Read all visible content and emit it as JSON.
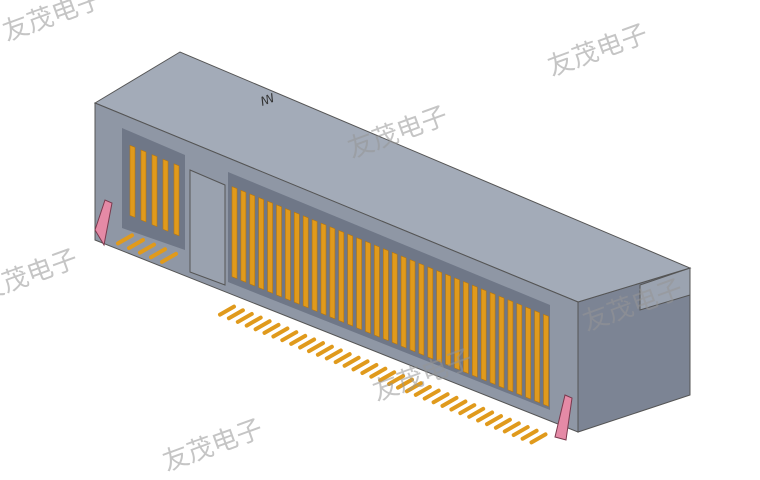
{
  "watermarks": [
    "友茂电子",
    "友茂电子",
    "友茂电子",
    "友茂电子",
    "友茂电子",
    "友茂电子",
    "友茂电子"
  ],
  "logo_mark": "logo",
  "colors": {
    "housing_top": "#a3abb8",
    "housing_front": "#8f97a5",
    "housing_side": "#7c8494",
    "contact": "#e09a1c",
    "contact_dark": "#b8770e",
    "latch": "#e58aa6",
    "background": "#ffffff"
  },
  "contact_count_left": 5,
  "contact_count_main": 36
}
